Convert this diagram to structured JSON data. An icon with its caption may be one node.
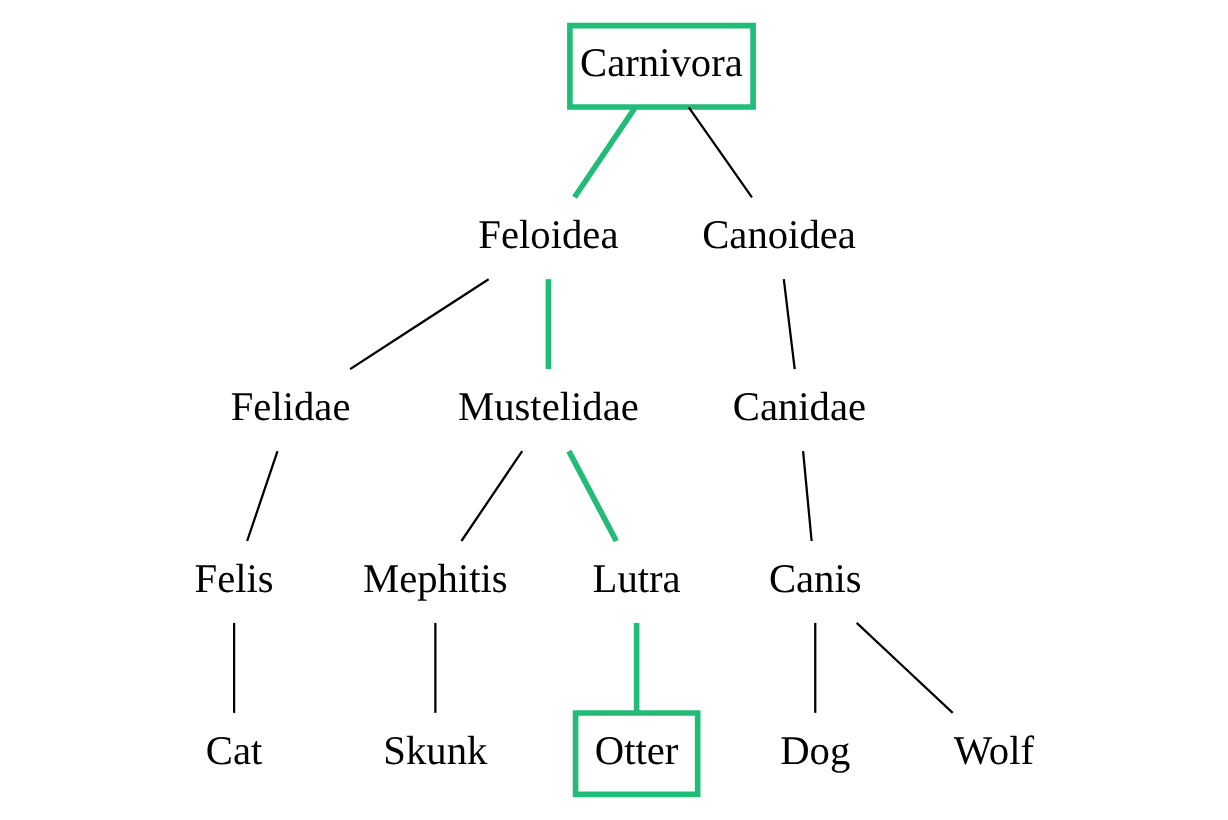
{
  "diagram": {
    "nodes": [
      {
        "text": [
          "Carnivora"
        ]
      },
      {
        "text": [
          "Feloidea"
        ]
      },
      {
        "text": [
          "Canoidea"
        ]
      },
      {
        "text": [
          "Felidae"
        ]
      },
      {
        "text": [
          "Mustelidae"
        ]
      },
      {
        "text": [
          "Canidae"
        ]
      },
      {
        "text": [
          "Felis"
        ]
      },
      {
        "text": [
          "Mephitis"
        ]
      },
      {
        "text": [
          "Lutra"
        ]
      },
      {
        "text": [
          "Canis"
        ]
      },
      {
        "text": [
          "Cat"
        ]
      },
      {
        "text": [
          "Skunk"
        ]
      },
      {
        "text": [
          "Otter"
        ]
      },
      {
        "text": [
          "Dog"
        ]
      },
      {
        "text": [
          "Wolf"
        ]
      }
    ],
    "edges": [
      {
        "from": 0,
        "to": 1,
        "arrow": "none",
        "style": "thick",
        "color": "#22bb77"
      },
      {
        "from": 0,
        "to": 2,
        "arrow": "none"
      },
      {
        "from": 1,
        "to": 3,
        "arrow": "none"
      },
      {
        "from": 1,
        "to": 4,
        "arrow": "none",
        "style": "thick",
        "color": "#22bb77"
      },
      {
        "from": 2,
        "to": 5,
        "arrow": "none"
      },
      {
        "from": 3,
        "to": 6,
        "arrow": "none"
      },
      {
        "from": 4,
        "to": 7,
        "arrow": "none"
      },
      {
        "from": 4,
        "to": 8,
        "arrow": "none",
        "style": "thick",
        "color": "#22bb77"
      },
      {
        "from": 5,
        "to": 9,
        "arrow": "none"
      },
      {
        "from": 6,
        "to": 10,
        "arrow": "none"
      },
      {
        "from": 7,
        "to": 11,
        "arrow": "none"
      },
      {
        "from": 8,
        "to": 12,
        "arrow": "none",
        "style": "thick",
        "color": "#22bb77"
      },
      {
        "from": 9,
        "to": 13,
        "arrow": "none"
      },
      {
        "from": 9,
        "to": 14,
        "arrow": "none"
      }
    ]
  }
}
